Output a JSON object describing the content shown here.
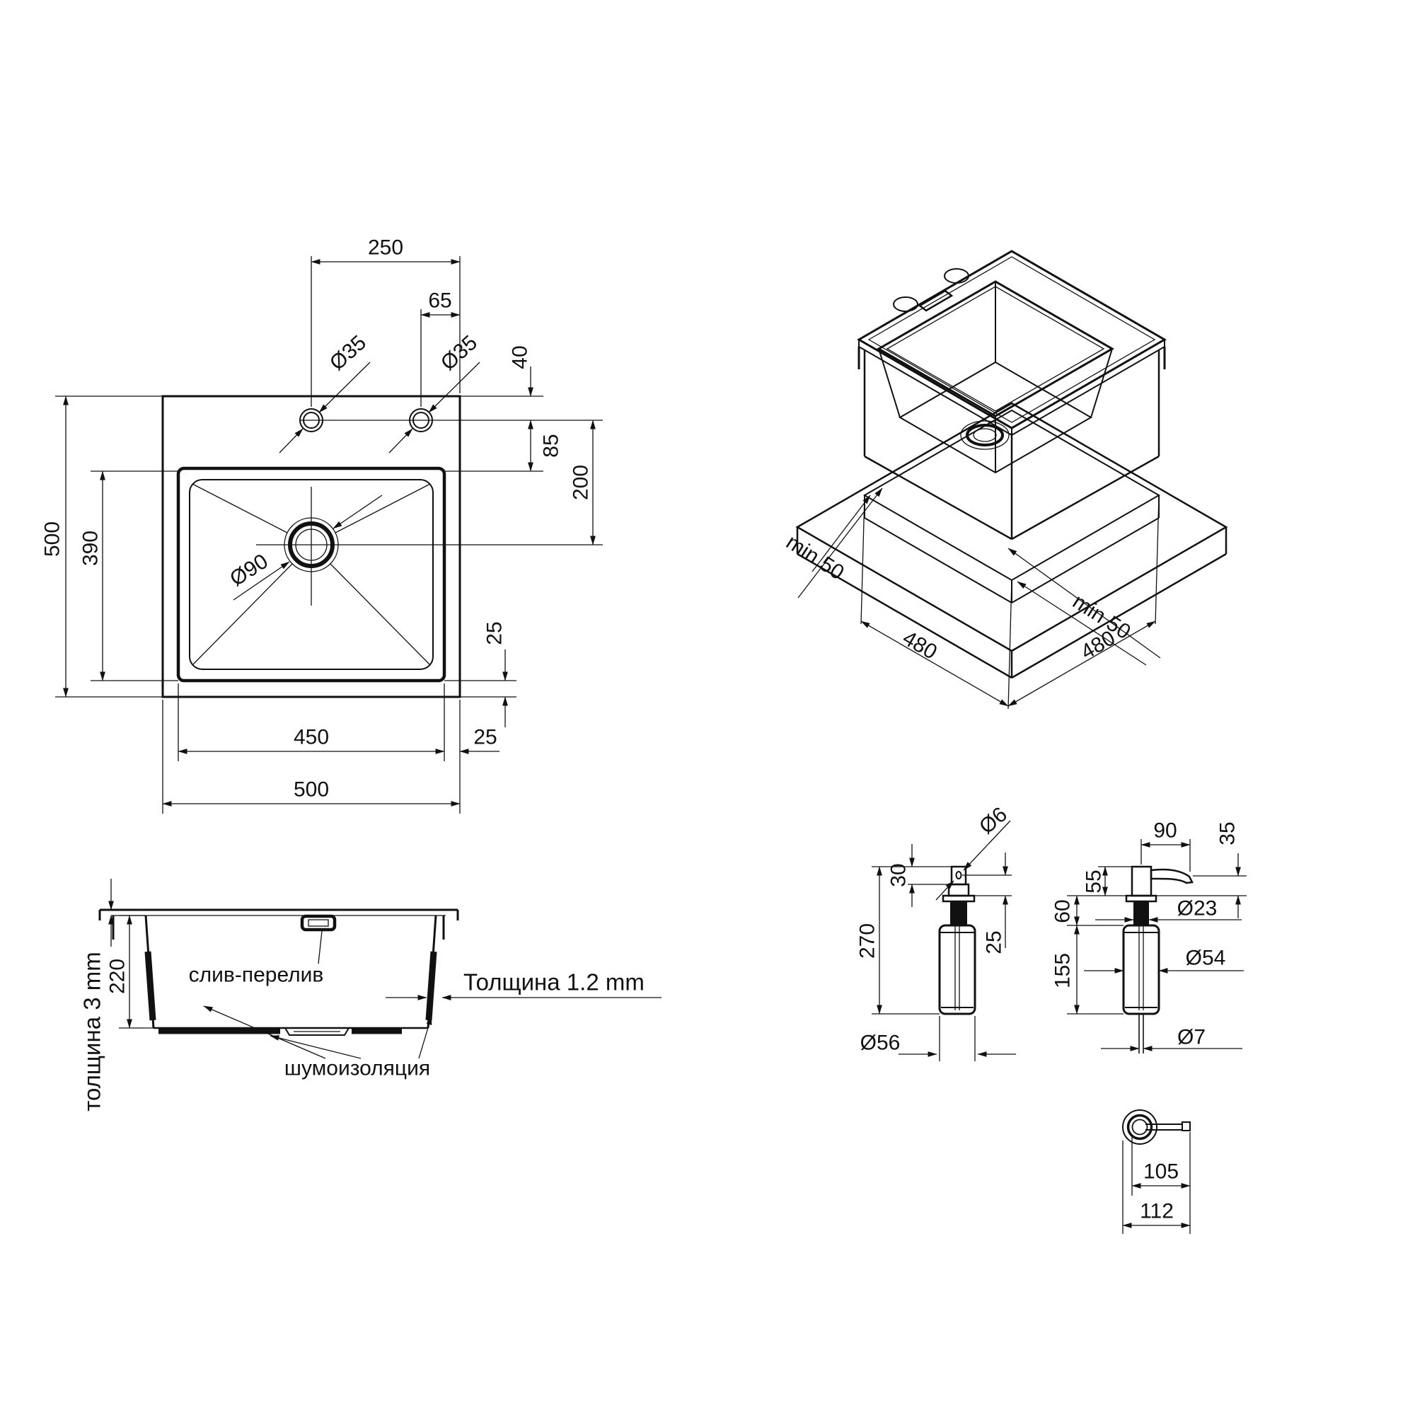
{
  "colors": {
    "line": "#111111",
    "background": "#ffffff"
  },
  "plan_view": {
    "dims": {
      "hole1_to_edge": "250",
      "hole2_to_edge": "65",
      "edge_to_holes": "40",
      "holes_to_bowl": "85",
      "holes_to_drain": "200",
      "hole1_diameter": "Ø35",
      "hole2_diameter": "Ø35",
      "drain_diameter": "Ø90",
      "bowl_depth_plan": "390",
      "overall_height": "500",
      "bowl_to_edge_bottom": "25",
      "bowl_width": "450",
      "bowl_to_edge_right": "25",
      "overall_width": "500"
    }
  },
  "iso_view": {
    "dims": {
      "clearance_left": "min 50",
      "clearance_front": "min 50",
      "cutout_left": "480",
      "cutout_right": "480"
    }
  },
  "section_view": {
    "dims": {
      "bowl_depth": "220"
    },
    "labels": {
      "rim_thickness": "толщина 3 mm",
      "overflow": "слив-перелив",
      "wall_thickness": "Толщина 1.2 mm",
      "sound_insulation": "шумоизоляция"
    }
  },
  "dispenser_side_view": {
    "dims": {
      "nozzle_hole_diameter": "Ø6",
      "head_height": "30",
      "total_height": "270",
      "nozzle_to_flange": "25",
      "bottle_diameter": "Ø56"
    }
  },
  "dispenser_front_view": {
    "dims": {
      "spout_reach": "90",
      "spout_drop": "35",
      "head_height": "55",
      "neck_height": "60",
      "neck_diameter": "Ø23",
      "bottle_height": "155",
      "bottle_diameter": "Ø54",
      "tube_diameter": "Ø7"
    }
  },
  "dispenser_top_view": {
    "dims": {
      "reach_inner": "105",
      "reach_outer": "112"
    }
  }
}
